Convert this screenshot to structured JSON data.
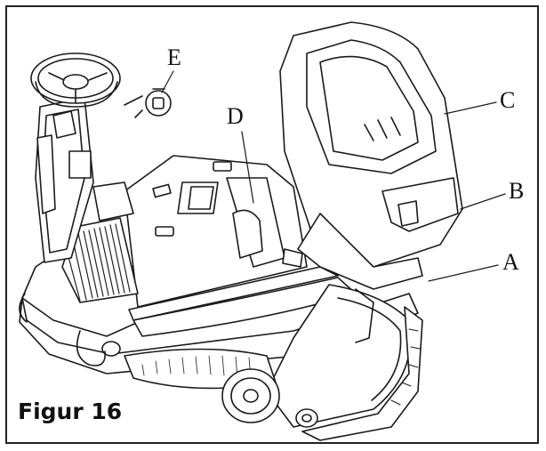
{
  "figure": {
    "caption": "Figur 16",
    "labels": {
      "A": "A",
      "B": "B",
      "C": "C",
      "D": "D",
      "E": "E"
    }
  },
  "colors": {
    "line": "#1a1a1a",
    "hatch": "#222222",
    "background": "#ffffff"
  }
}
